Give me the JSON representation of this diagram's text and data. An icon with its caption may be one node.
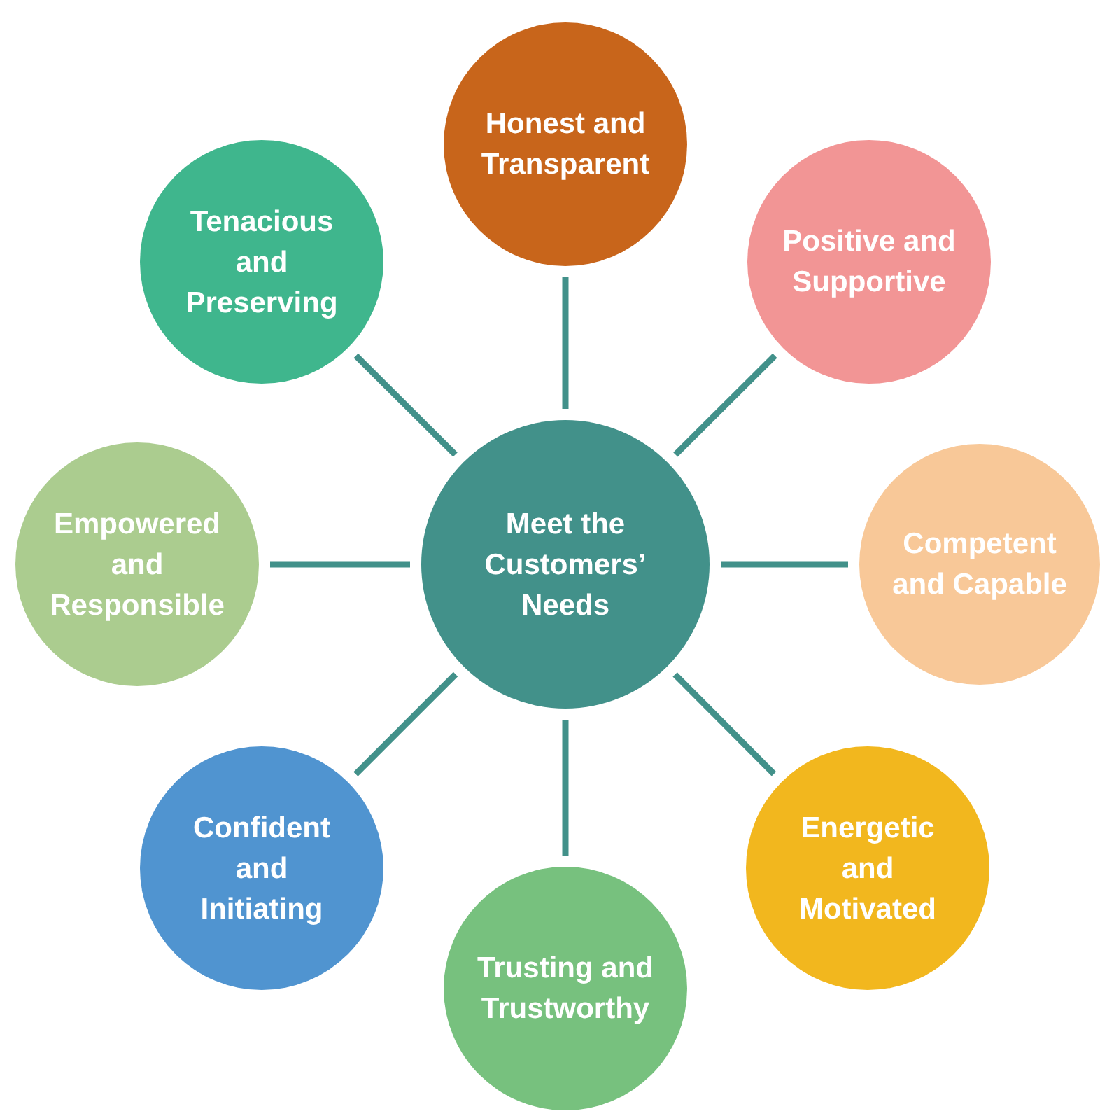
{
  "diagram": {
    "nodes": [
      {
        "text": [
          "Meet the Customers’ Needs"
        ]
      },
      {
        "text": [
          "Honest and Transparent"
        ]
      },
      {
        "text": [
          "Positive and Supportive"
        ]
      },
      {
        "text": [
          "Competent and Capable"
        ]
      },
      {
        "text": [
          "Energetic and Motivated"
        ]
      },
      {
        "text": [
          "Trusting and Trustworthy"
        ]
      },
      {
        "text": [
          "Confident and Initiating"
        ]
      },
      {
        "text": [
          "Empowered and Responsible"
        ]
      },
      {
        "text": [
          "Tenacious and Preserving"
        ]
      }
    ],
    "edges": [
      {
        "from": 0,
        "to": 1,
        "arrow": "none"
      },
      {
        "from": 0,
        "to": 2,
        "arrow": "none"
      },
      {
        "from": 0,
        "to": 3,
        "arrow": "none"
      },
      {
        "from": 0,
        "to": 4,
        "arrow": "none"
      },
      {
        "from": 0,
        "to": 5,
        "arrow": "none"
      },
      {
        "from": 0,
        "to": 6,
        "arrow": "none"
      },
      {
        "from": 0,
        "to": 7,
        "arrow": "none"
      },
      {
        "from": 0,
        "to": 8,
        "arrow": "none"
      }
    ]
  }
}
